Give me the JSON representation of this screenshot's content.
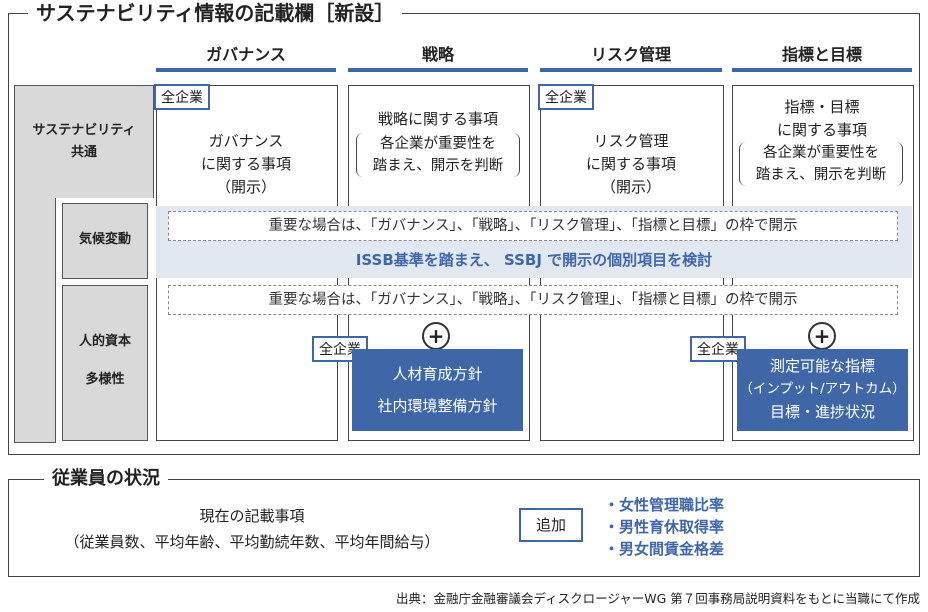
{
  "title": "サステナビリティ情報の記載欄［新設］",
  "columns": [
    "ガバナンス",
    "戦略",
    "リスク管理",
    "指標と目標"
  ],
  "rows": {
    "sustainability": [
      "サステナビリティ",
      "共通"
    ],
    "climate": "気候変動",
    "human": [
      "人的資本",
      "多様性"
    ]
  },
  "tag_all_companies": "全企業",
  "governance_text": [
    "ガバナンス",
    "に関する事項",
    "（開示）"
  ],
  "strategy_text": "戦略に関する事項",
  "strategy_paren": [
    "各企業が重要性を",
    "踏まえ、開示を判断"
  ],
  "risk_text": [
    "リスク管理",
    "に関する事項",
    "（開示）"
  ],
  "metrics_text": [
    "指標・目標",
    "に関する事項"
  ],
  "metrics_paren": [
    "各企業が重要性を",
    "踏まえ、開示を判断"
  ],
  "climate_note": "重要な場合は、「ガバナンス」、「戦略」、「リスク管理」、「指標と目標」の枠で開示",
  "issb_band": "ISSB基準を踏まえ、 SSBJ で開示の個別項目を検討",
  "human_note": "重要な場合は、「ガバナンス」、「戦略」、「リスク管理」、「指標と目標」の枠で開示",
  "plus": "+",
  "strategy_add": [
    "人材育成方針",
    "社内環境整備方針"
  ],
  "metrics_add": [
    "測定可能な指標",
    "（インプット/アウトカム）",
    "目標・進捗状況"
  ],
  "employees": {
    "title": "従業員の状況",
    "current_lines": [
      "現在の記載事項",
      "（従業員数、平均年齢、平均勤続年数、平均年間給与）"
    ],
    "add_label": "追加",
    "added_items": [
      "・女性管理職比率",
      "・男性育休取得率",
      "・男女間賃金格差"
    ]
  },
  "source": "出典：金融庁金融審議会ディスクロージャーWG 第７回事務局説明資料をもとに当職にて作成",
  "colors": {
    "accent": "#3f67a8",
    "band": "#e2e8f2",
    "gray": "#d9d9d9"
  }
}
